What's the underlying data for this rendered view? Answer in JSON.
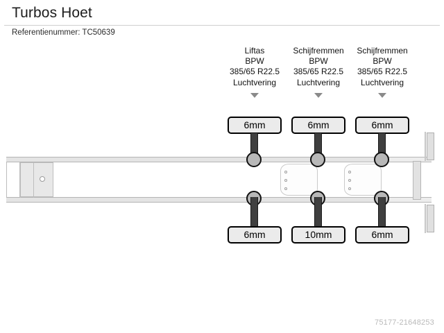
{
  "header": {
    "title": "Turbos Hoet",
    "reference_label": "Referentienummer: TC50639"
  },
  "diagram": {
    "type": "trailer-axle-schematic",
    "colors": {
      "background": "#ffffff",
      "chassis_fill": "#e4e4e4",
      "chassis_stroke": "#b4b4b4",
      "axle_shaft": "#3f3f3f",
      "axle_hub": "#b8b8b8",
      "tread_box_fill": "#ebebeb",
      "tread_box_stroke": "#000000",
      "arrow": "#8a8a8a",
      "watermark": "#b9b9b9",
      "divider": "#cfcfcf"
    },
    "axles": [
      {
        "index": 1,
        "position": "front",
        "type": "Liftas",
        "brand": "BPW",
        "tyre_size": "385/65 R22.5",
        "suspension": "Luchtvering",
        "tread_top": "6mm",
        "tread_bottom": "6mm"
      },
      {
        "index": 2,
        "position": "middle",
        "type": "Schijfremmen",
        "brand": "BPW",
        "tyre_size": "385/65 R22.5",
        "suspension": "Luchtvering",
        "tread_top": "6mm",
        "tread_bottom": "10mm"
      },
      {
        "index": 3,
        "position": "rear",
        "type": "Schijfremmen",
        "brand": "BPW",
        "tyre_size": "385/65 R22.5",
        "suspension": "Luchtvering",
        "tread_top": "6mm",
        "tread_bottom": "6mm"
      }
    ]
  },
  "watermark": {
    "text": "75177-21648253"
  }
}
